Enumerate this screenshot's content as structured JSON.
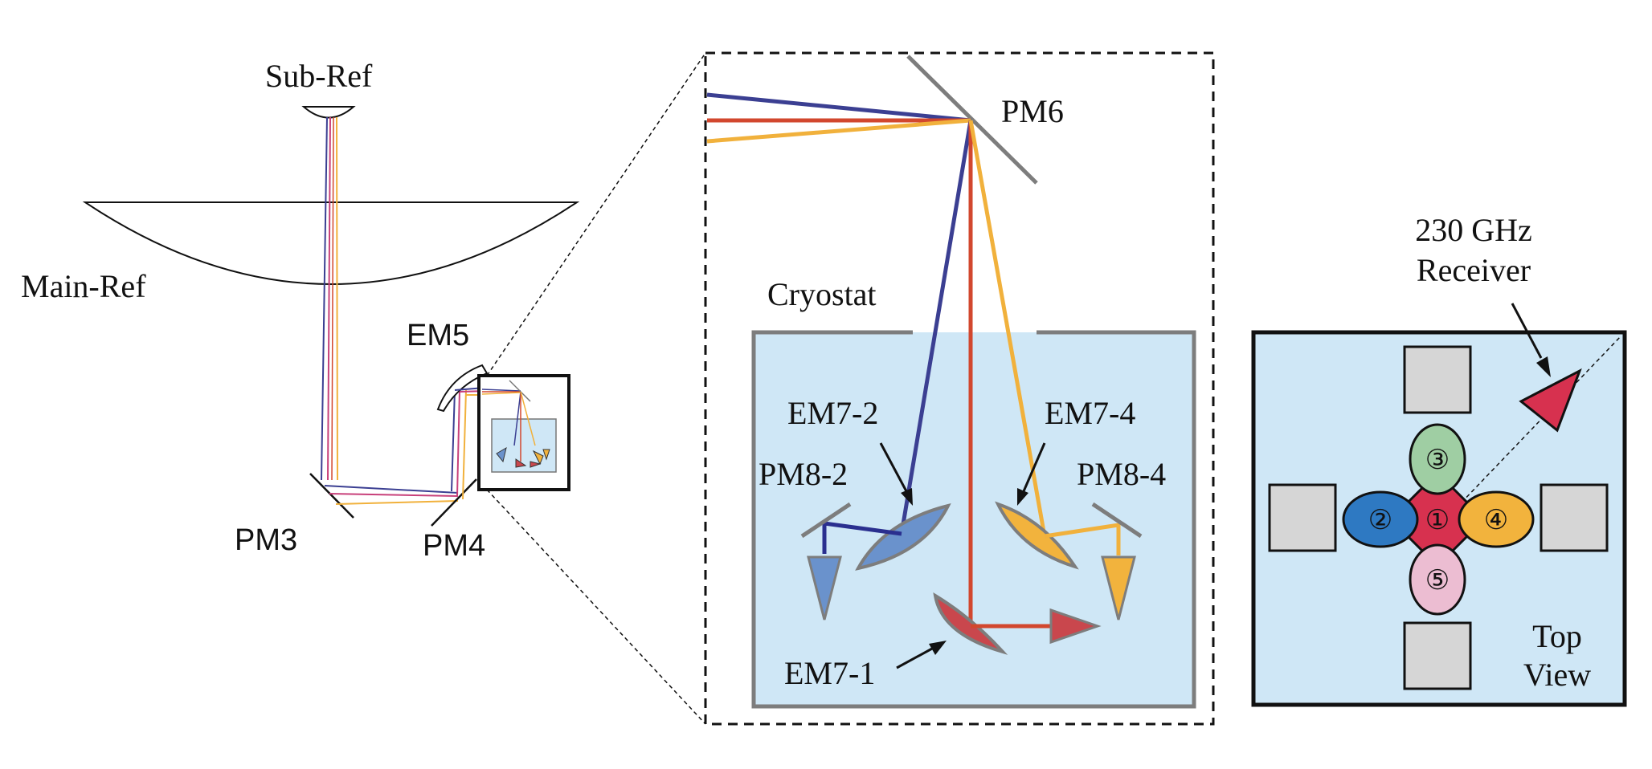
{
  "labels": {
    "sub_ref": "Sub-Ref",
    "main_ref": "Main-Ref",
    "em5": "EM5",
    "pm3": "PM3",
    "pm4": "PM4",
    "pm6": "PM6",
    "cryostat": "Cryostat",
    "em7_2": "EM7-2",
    "em7_4": "EM7-4",
    "pm8_2": "PM8-2",
    "pm8_4": "PM8-4",
    "em7_1": "EM7-1",
    "receiver_line1": "230 GHz",
    "receiver_line2": "Receiver",
    "top_view_line1": "Top",
    "top_view_line2": "View",
    "beam_1": "①",
    "beam_2": "②",
    "beam_3": "③",
    "beam_4": "④",
    "beam_5": "⑤"
  },
  "colors": {
    "beam_blue": "#3b3f92",
    "beam_red": "#d2472e",
    "beam_orange": "#f1b13c",
    "beam_magenta": "#c8407a",
    "cryostat_fill": "#cfe7f6",
    "mirror_gray": "#7d7d7d",
    "em7_2_fill": "#6a92cc",
    "em7_4_fill": "#f2b33d",
    "em7_1_fill": "#c9474d",
    "receiver_red": "#d7314f",
    "feed_2": "#2e79c2",
    "feed_3": "#9fcea3",
    "feed_4": "#f2b33d",
    "feed_5": "#ecbdd2",
    "square_gray": "#d6d6d6"
  }
}
